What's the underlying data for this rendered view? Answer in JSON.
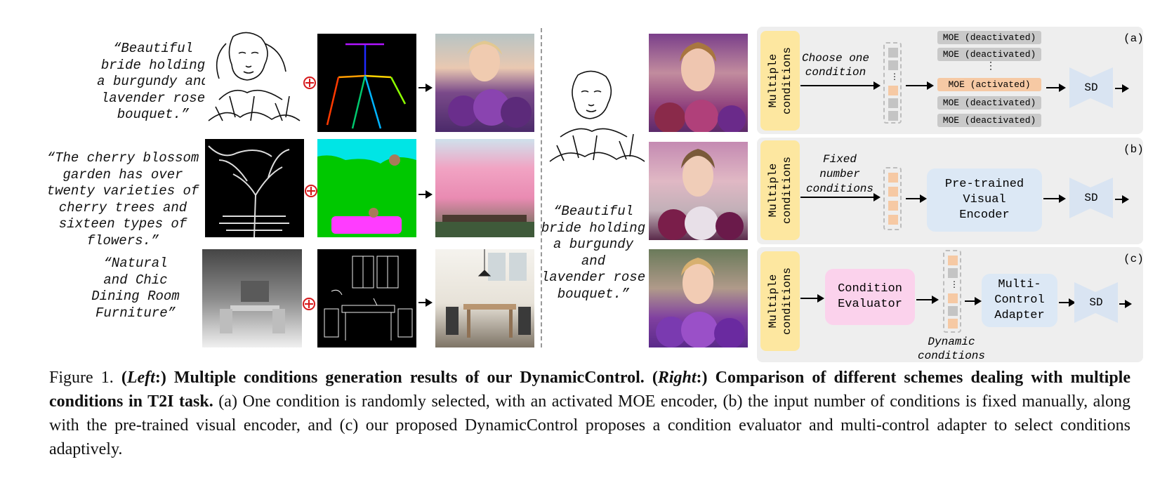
{
  "left": {
    "quotes": [
      "“Beautiful\nbride holding\na burgundy and\nlavender rose\nbouquet.”",
      "“The cherry blossom\ngarden has over\ntwenty varieties of\ncherry trees and\nsixteen types of\nflowers.”",
      "“Natural\nand Chic\nDining Room\nFurniture”"
    ]
  },
  "middle": {
    "quote": "“Beautiful\nbride holding\na burgundy and\nlavender rose\nbouquet.”"
  },
  "panels": {
    "a": {
      "tag": "(a)",
      "side_label": "Multiple\nconditions",
      "arrow_label": "Choose one\ncondition",
      "moe": [
        "MOE (deactivated)",
        "MOE (deactivated)",
        "MOE (activated)",
        "MOE (deactivated)",
        "MOE (deactivated)"
      ],
      "sd": "SD"
    },
    "b": {
      "tag": "(b)",
      "side_label": "Multiple\nconditions",
      "arrow_label": "Fixed\nnumber\nconditions",
      "encoder": "Pre-trained\nVisual\nEncoder",
      "sd": "SD"
    },
    "c": {
      "tag": "(c)",
      "side_label": "Multiple\nconditions",
      "evaluator": "Condition\nEvaluator",
      "adapter": "Multi-\nControl\nAdapter",
      "dynamic_label": "Dynamic\nconditions",
      "sd": "SD"
    }
  },
  "caption": {
    "fig": "Figure 1. ",
    "left_open": "(",
    "left_word": "Left",
    "left_close": ":) Multiple conditions generation results of our DynamicControl. (",
    "right_word": "Right",
    "right_close": ":) Comparison of different schemes dealing with multiple conditions in T2I task.",
    "rest": " (a) One condition is randomly selected, with an activated MOE encoder, (b) the input number of conditions is fixed manually, along with the pre-trained visual encoder, and (c) our proposed DynamicControl proposes a condition evaluator and multi-control adapter to select conditions adaptively."
  }
}
